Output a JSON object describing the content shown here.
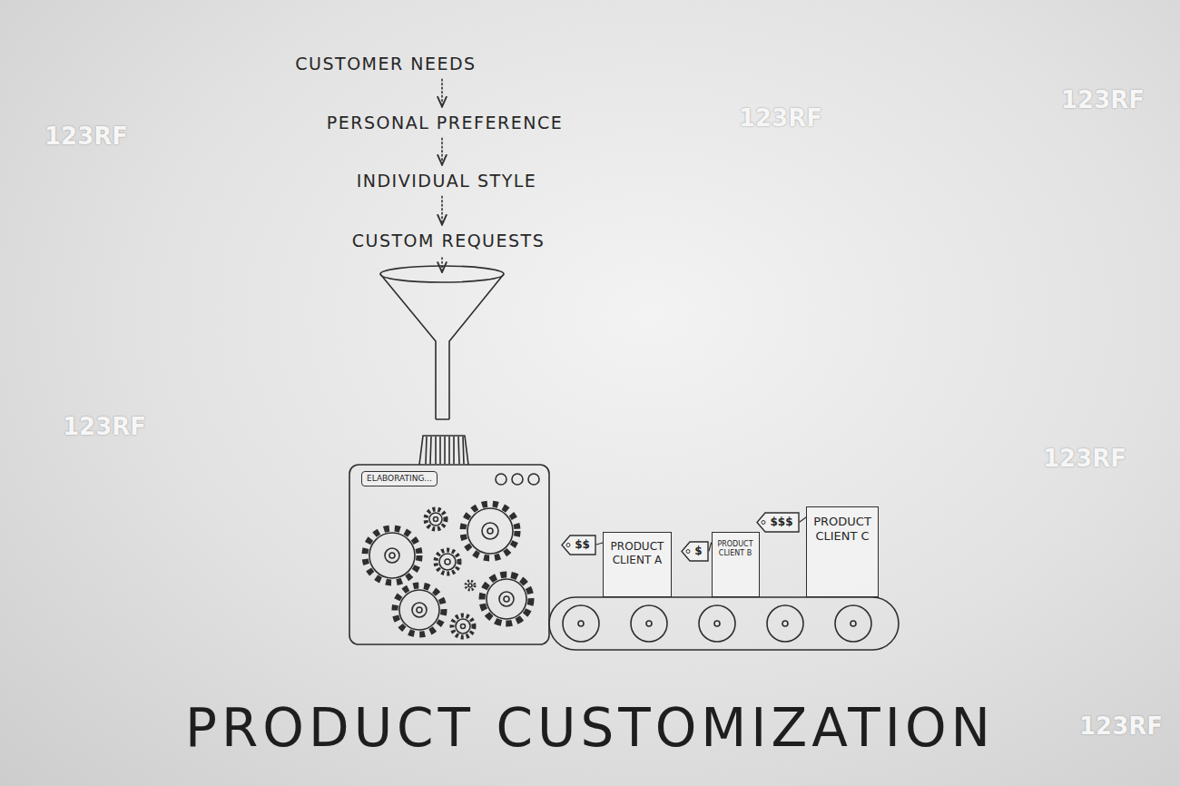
{
  "diagram": {
    "title": "PRODUCT CUSTOMIZATION",
    "nodes": [
      {
        "text": [
          "CUSTOMER NEEDS"
        ]
      },
      {
        "text": [
          "PERSONAL PREFERENCE"
        ]
      },
      {
        "text": [
          "INDIVIDUAL STYLE"
        ]
      },
      {
        "text": [
          "CUSTOM REQUESTS"
        ]
      },
      {
        "text": [
          "ELABORATING..."
        ]
      },
      {
        "text": [
          "$$"
        ]
      },
      {
        "text": [
          "PRODUCT CLIENT A"
        ]
      },
      {
        "text": [
          "$"
        ]
      },
      {
        "text": [
          "PRODUCT CLIENT B"
        ]
      },
      {
        "text": [
          "$$$"
        ]
      },
      {
        "text": [
          "PRODUCT CLIENT C"
        ]
      }
    ],
    "edges": [
      {
        "from": 0,
        "to": 1,
        "arrow": "to"
      },
      {
        "from": 1,
        "to": 2,
        "arrow": "to"
      },
      {
        "from": 2,
        "to": 3,
        "arrow": "to"
      },
      {
        "from": 5,
        "to": 6,
        "arrow": "none"
      },
      {
        "from": 7,
        "to": 8,
        "arrow": "none"
      },
      {
        "from": 9,
        "to": 10,
        "arrow": "none"
      }
    ],
    "labels": [
      "123RF",
      "123RF",
      "123RF",
      "123RF",
      "123RF",
      "123RF"
    ]
  }
}
